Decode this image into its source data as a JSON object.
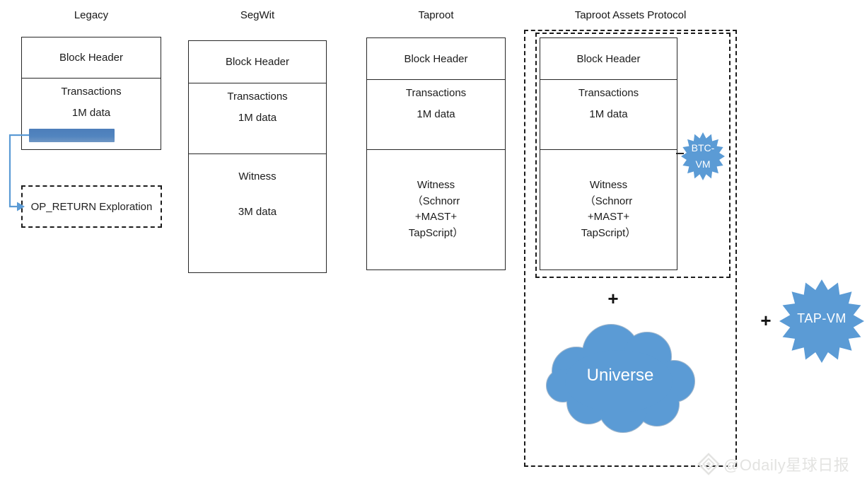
{
  "columns": [
    {
      "title": "Legacy",
      "block_header": "Block Header",
      "transactions": "Transactions",
      "transactions_size": "1M data",
      "op_return": "OP_RETURN Exploration"
    },
    {
      "title": "SegWit",
      "block_header": "Block Header",
      "transactions": "Transactions",
      "transactions_size": "1M data",
      "witness": "Witness",
      "witness_size": "3M data"
    },
    {
      "title": "Taproot",
      "block_header": "Block Header",
      "transactions": "Transactions",
      "transactions_size": "1M data",
      "witness": "Witness",
      "witness_line2": "（Schnorr",
      "witness_line3": "+MAST+",
      "witness_line4": "TapScript）"
    },
    {
      "title": "Taproot Assets Protocol",
      "block_header": "Block Header",
      "transactions": "Transactions",
      "transactions_size": "1M data",
      "witness": "Witness",
      "witness_line2": "（Schnorr",
      "witness_line3": "+MAST+",
      "witness_line4": "TapScript）",
      "btc_vm_line1": "BTC-",
      "btc_vm_line2": "VM",
      "plus": "+",
      "universe": "Universe"
    }
  ],
  "right_group": {
    "plus": "+",
    "tap_vm": "TAP-VM"
  },
  "watermark": {
    "text": "@Odaily星球日报"
  },
  "colors": {
    "accent_blue": "#5b9bd5",
    "bar_blue": "#4f81bd",
    "border_dark": "#262626"
  }
}
